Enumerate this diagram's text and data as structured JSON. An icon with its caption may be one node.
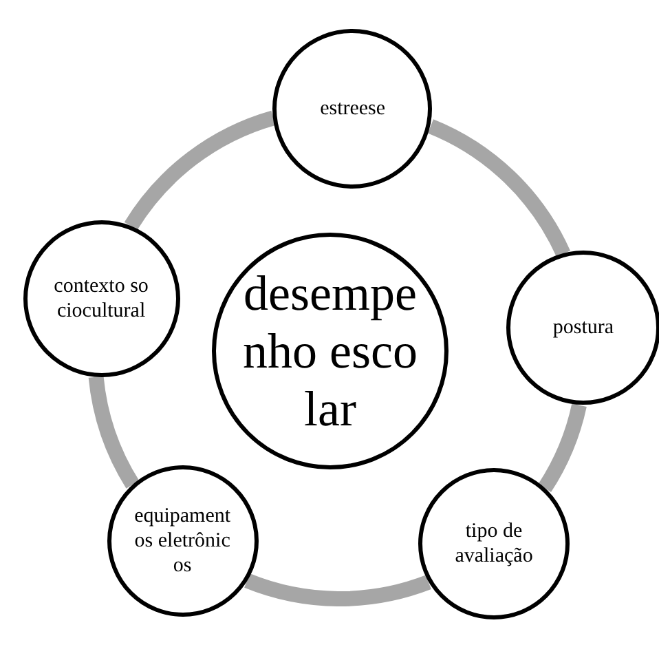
{
  "diagram": {
    "nodes": [
      {
        "text": [
          "desempenho escolar"
        ]
      },
      {
        "text": [
          "estreese"
        ]
      },
      {
        "text": [
          "postura"
        ]
      },
      {
        "text": [
          "tipo de avaliação"
        ]
      },
      {
        "text": [
          "equipamentos eletrônicos"
        ]
      },
      {
        "text": [
          "contexto sociocultural"
        ]
      }
    ],
    "edges": [
      {
        "from": 1,
        "to": 2,
        "arrow": "none"
      },
      {
        "from": 2,
        "to": 3,
        "arrow": "none"
      },
      {
        "from": 3,
        "to": 4,
        "arrow": "none"
      },
      {
        "from": 4,
        "to": 5,
        "arrow": "none"
      },
      {
        "from": 5,
        "to": 1,
        "arrow": "none"
      }
    ]
  }
}
